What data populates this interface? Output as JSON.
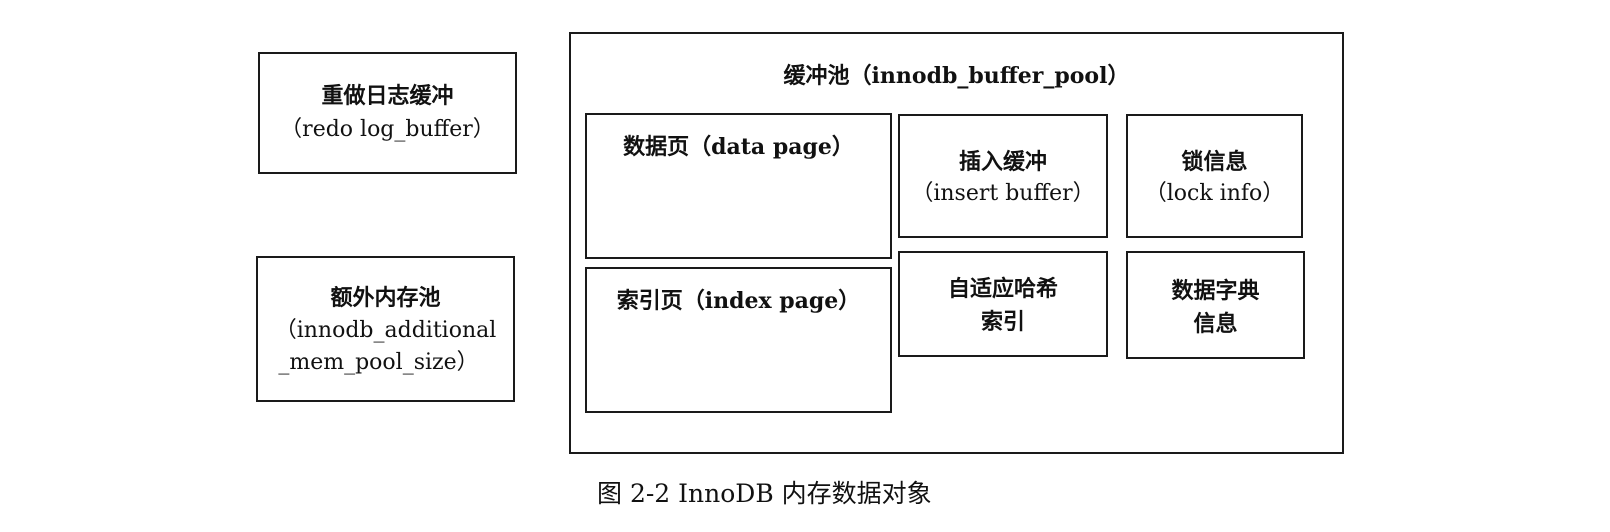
{
  "diagram": {
    "redo_log_buffer": {
      "title": "重做日志缓冲",
      "subtitle": "（redo log_buffer）"
    },
    "additional_mem_pool": {
      "title": "额外内存池",
      "line2": "（innodb_additional",
      "line3": "_mem_pool_size）"
    },
    "buffer_pool": {
      "title": "缓冲池（innodb_buffer_pool）",
      "data_page": "数据页（data page）",
      "index_page": "索引页（index page）",
      "insert_buffer": {
        "title": "插入缓冲",
        "subtitle": "（insert buffer）"
      },
      "lock_info": {
        "title": "锁信息",
        "subtitle": "（lock info）"
      },
      "adaptive_hash_index": {
        "line1": "自适应哈希",
        "line2": "索引"
      },
      "data_dictionary": {
        "line1": "数据字典",
        "line2": "信息"
      }
    }
  },
  "caption": "图 2-2    InnoDB 内存数据对象"
}
